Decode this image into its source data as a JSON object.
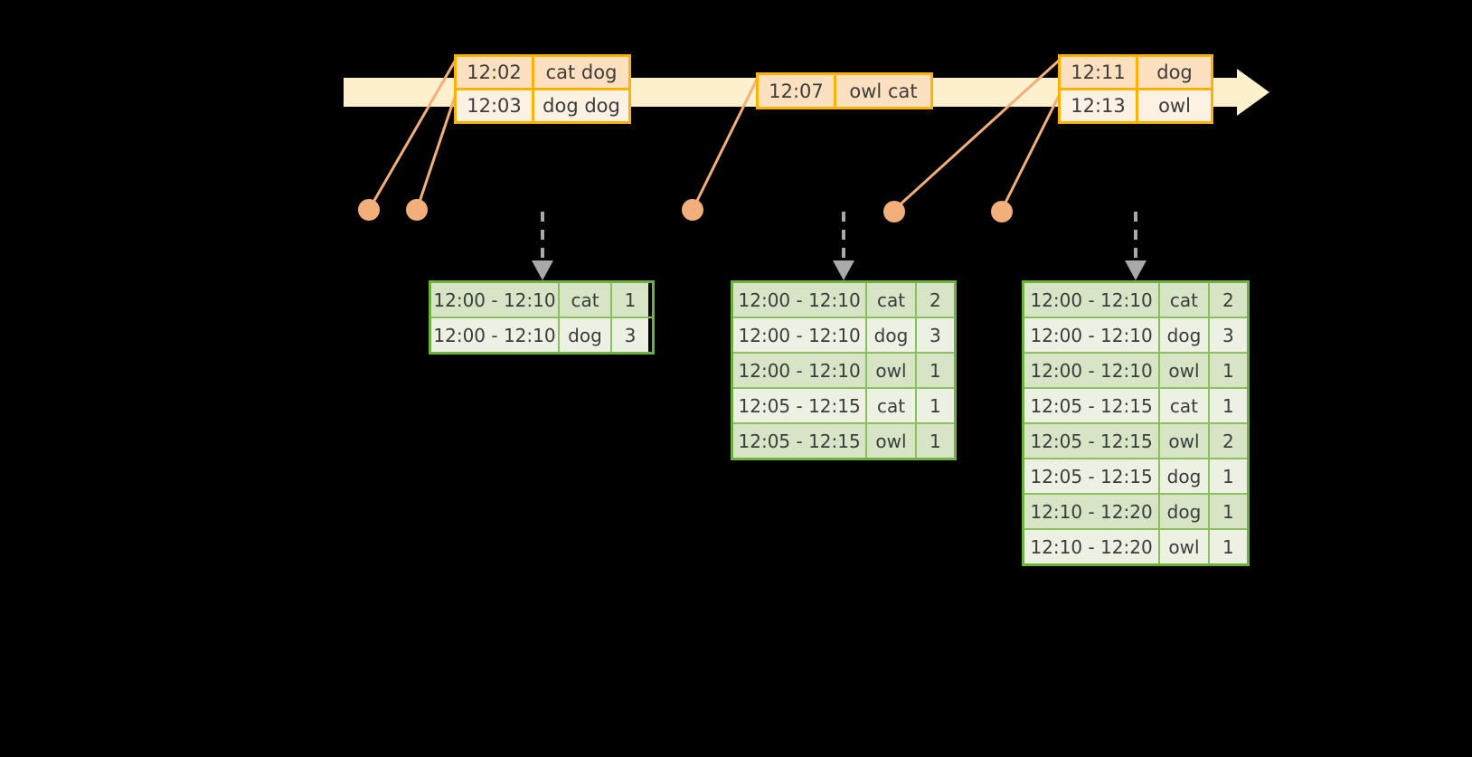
{
  "colors": {
    "background": "#000000",
    "timeline_bar": "#FDF0CC",
    "event_border": "#FFB300",
    "event_shade": "#FCE0BF",
    "event_plain": "#FDF1E3",
    "dot": "#F3AF7A",
    "connector": "#F3AF7A",
    "table_border": "#6FB13F",
    "table_row_a": "#D7E4C6",
    "table_row_b": "#ECF1E4",
    "arrow": "#A9A9A9",
    "text": "#3c3c3c"
  },
  "timeline": {
    "name": "event-stream-timeline",
    "direction": "left-to-right",
    "arrowhead": "right"
  },
  "events": [
    {
      "group": "left-event-group",
      "rows": [
        {
          "time": "12:02",
          "words": "cat dog"
        },
        {
          "time": "12:03",
          "words": "dog dog"
        }
      ]
    },
    {
      "group": "middle-event-group",
      "rows": [
        {
          "time": "12:07",
          "words": "owl cat"
        }
      ]
    },
    {
      "group": "right-event-group",
      "rows": [
        {
          "time": "12:11",
          "words": "dog"
        },
        {
          "time": "12:13",
          "words": "owl"
        }
      ]
    }
  ],
  "dots": [
    {
      "label": "dot-1"
    },
    {
      "label": "dot-2"
    },
    {
      "label": "dot-3"
    },
    {
      "label": "dot-4"
    },
    {
      "label": "dot-5"
    },
    {
      "label": "dot-6"
    }
  ],
  "tables": [
    {
      "name": "result-table-left",
      "rows": [
        {
          "window": "12:00 - 12:10",
          "key": "cat",
          "count": "1"
        },
        {
          "window": "12:00 - 12:10",
          "key": "dog",
          "count": "3"
        }
      ]
    },
    {
      "name": "result-table-middle",
      "rows": [
        {
          "window": "12:00 - 12:10",
          "key": "cat",
          "count": "2"
        },
        {
          "window": "12:00 - 12:10",
          "key": "dog",
          "count": "3"
        },
        {
          "window": "12:00 - 12:10",
          "key": "owl",
          "count": "1"
        },
        {
          "window": "12:05 - 12:15",
          "key": "cat",
          "count": "1"
        },
        {
          "window": "12:05 - 12:15",
          "key": "owl",
          "count": "1"
        }
      ]
    },
    {
      "name": "result-table-right",
      "rows": [
        {
          "window": "12:00 - 12:10",
          "key": "cat",
          "count": "2"
        },
        {
          "window": "12:00 - 12:10",
          "key": "dog",
          "count": "3"
        },
        {
          "window": "12:00 - 12:10",
          "key": "owl",
          "count": "1"
        },
        {
          "window": "12:05 - 12:15",
          "key": "cat",
          "count": "1"
        },
        {
          "window": "12:05 - 12:15",
          "key": "owl",
          "count": "2"
        },
        {
          "window": "12:05 - 12:15",
          "key": "dog",
          "count": "1"
        },
        {
          "window": "12:10 - 12:20",
          "key": "dog",
          "count": "1"
        },
        {
          "window": "12:10 - 12:20",
          "key": "owl",
          "count": "1"
        }
      ]
    }
  ]
}
